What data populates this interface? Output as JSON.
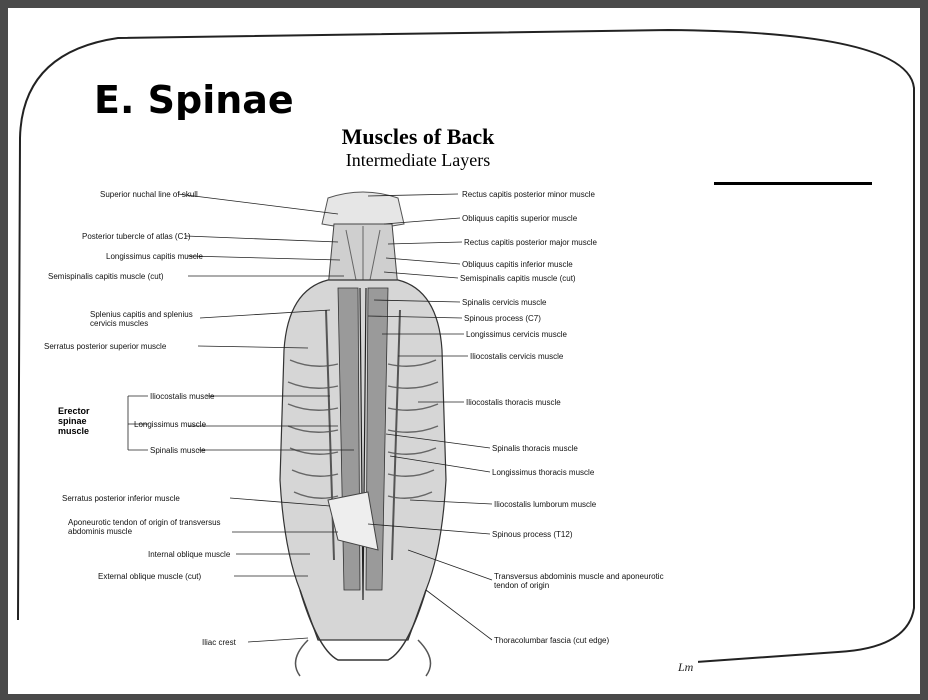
{
  "slide": {
    "title": "E. Spinae",
    "footer_mark": "Lm"
  },
  "diagram": {
    "heading": "Muscles of Back",
    "subheading": "Intermediate Layers",
    "bracket_label": "Erector spinae muscle",
    "left_labels": [
      "Superior nuchal line of skull",
      "Posterior tubercle of atlas (C1)",
      "Longissimus capitis muscle",
      "Semispinalis capitis muscle (cut)",
      "Splenius capitis and splenius cervicis muscles",
      "Serratus posterior superior muscle",
      "Iliocostalis muscle",
      "Longissimus muscle",
      "Spinalis muscle",
      "Serratus posterior inferior muscle",
      "Aponeurotic tendon of origin of transversus abdominis muscle",
      "Internal oblique muscle",
      "External oblique muscle (cut)",
      "Iliac crest"
    ],
    "right_labels": [
      "Rectus capitis posterior minor muscle",
      "Obliquus capitis superior muscle",
      "Rectus capitis posterior major muscle",
      "Obliquus capitis inferior muscle",
      "Semispinalis capitis muscle (cut)",
      "Spinalis cervicis muscle",
      "Spinous process (C7)",
      "Longissimus cervicis muscle",
      "Iliocostalis cervicis muscle",
      "Iliocostalis thoracis muscle",
      "Spinalis thoracis muscle",
      "Longissimus thoracis muscle",
      "Iliocostalis lumborum muscle",
      "Spinous process (T12)",
      "Transversus abdominis muscle and aponeurotic tendon of origin",
      "Thoracolumbar fascia (cut edge)"
    ]
  },
  "colors": {
    "background": "#4a4a4a",
    "slide": "#ffffff",
    "ink": "#000000"
  }
}
